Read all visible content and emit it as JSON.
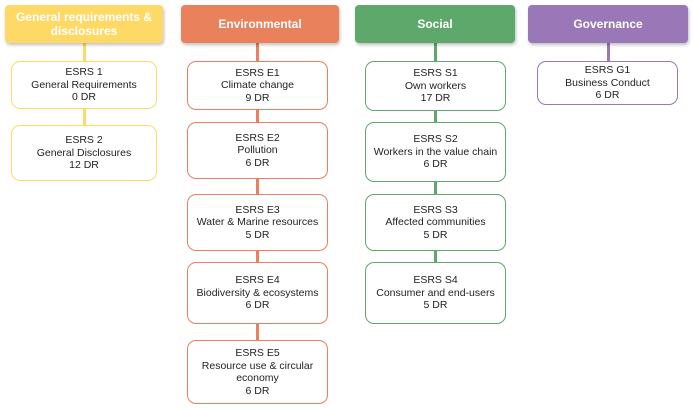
{
  "columns": [
    {
      "header": "General requirements & disclosures",
      "color": "#FFD966",
      "border": "#FFD966",
      "items": [
        {
          "code": "ESRS 1",
          "name": "General Requirements",
          "dr": "0 DR"
        },
        {
          "code": "ESRS 2",
          "name": "General Disclosures",
          "dr": "12 DR"
        }
      ]
    },
    {
      "header": "Environmental",
      "color": "#E9815C",
      "border": "#E9815C",
      "items": [
        {
          "code": "ESRS E1",
          "name": "Climate change",
          "dr": "9 DR"
        },
        {
          "code": "ESRS E2",
          "name": "Pollution",
          "dr": "6 DR"
        },
        {
          "code": "ESRS E3",
          "name": "Water & Marine resources",
          "dr": "5 DR"
        },
        {
          "code": "ESRS E4",
          "name": "Biodiversity & ecosystems",
          "dr": "6 DR"
        },
        {
          "code": "ESRS E5",
          "name": "Resource use & circular economy",
          "dr": "6 DR"
        }
      ]
    },
    {
      "header": "Social",
      "color": "#5FA86B",
      "border": "#5FA86B",
      "items": [
        {
          "code": "ESRS S1",
          "name": "Own workers",
          "dr": "17 DR"
        },
        {
          "code": "ESRS S2",
          "name": "Workers in the value chain",
          "dr": "6 DR"
        },
        {
          "code": "ESRS S3",
          "name": "Affected communities",
          "dr": "5 DR"
        },
        {
          "code": "ESRS S4",
          "name": "Consumer and end-users",
          "dr": "5 DR"
        }
      ]
    },
    {
      "header": "Governance",
      "color": "#9A77B6",
      "border": "#9A77B6",
      "items": [
        {
          "code": "ESRS G1",
          "name": "Business Conduct",
          "dr": "6 DR"
        }
      ]
    }
  ]
}
